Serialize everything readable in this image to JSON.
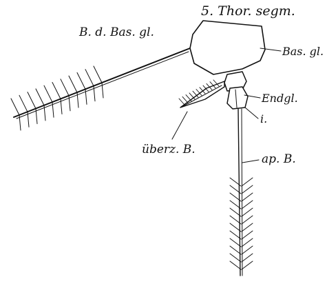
{
  "figure": {
    "labels": {
      "segment": "5. Thor. segm.",
      "bristle_basal": "B. d. Bas. gl.",
      "basal_joint": "Bas. gl.",
      "end_joint": "Endgl.",
      "i": "i.",
      "covered_bristle": "überz. B.",
      "apical_bristle": "ap. B."
    }
  }
}
